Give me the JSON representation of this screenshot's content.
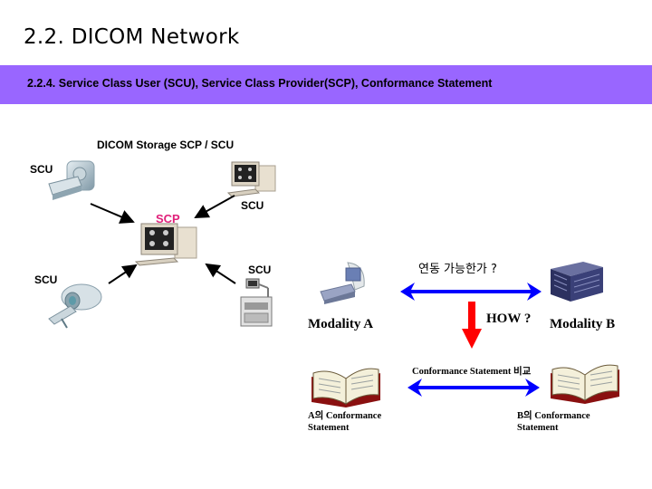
{
  "header": {
    "title": "2.2. DICOM Network",
    "subtitle": "2.2.4. Service Class User (SCU), Service Class Provider(SCP), Conformance Statement",
    "banner_color": "#9966FF"
  },
  "left_diagram": {
    "title": "DICOM Storage SCP / SCU",
    "center_label": "SCP",
    "center_label_color": "#E0207A",
    "nodes": [
      {
        "label": "SCU",
        "icon": "ct-scanner-icon"
      },
      {
        "label": "SCU",
        "icon": "workstation-icon"
      },
      {
        "label": "SCU",
        "icon": "mri-scanner-icon"
      },
      {
        "label": "SCU",
        "icon": "ultrasound-icon"
      }
    ],
    "center_icon": "workstation-icon"
  },
  "right_diagram": {
    "question": "연동 가능한가 ?",
    "how": "HOW ?",
    "modality_a": "Modality A",
    "modality_b": "Modality B",
    "compare_label": "Conformance Statement 비교",
    "doc_a_line1": "A의 Conformance",
    "doc_a_line2": "Statement",
    "doc_b_line1": "B의 Conformance",
    "doc_b_line2": "Statement",
    "arrow_color_blue": "#0000FF",
    "arrow_color_red": "#FF0000"
  }
}
